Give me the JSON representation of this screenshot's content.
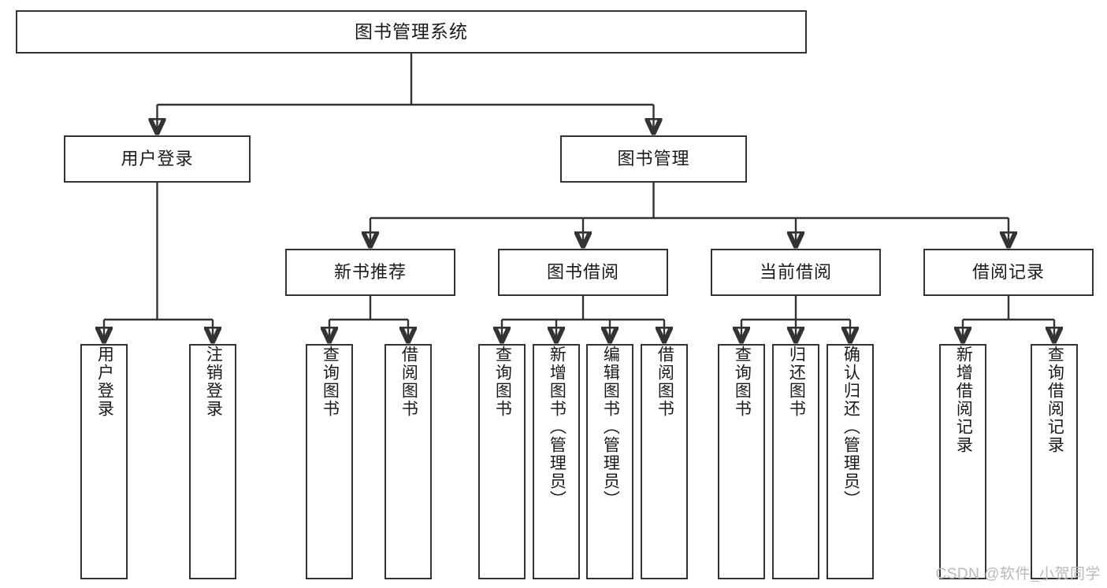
{
  "diagram": {
    "title": "图书管理系统",
    "type": "tree",
    "watermark": "CSDN @软件_小贺同学",
    "colors": {
      "box_border": "#333333",
      "box_fill": "#ffffff",
      "connector": "#333333",
      "text": "#1a1a1a",
      "watermark": "#b9b9b9",
      "background": "#ffffff"
    },
    "root": {
      "label": "图书管理系统"
    },
    "level1": [
      {
        "label": "用户登录"
      },
      {
        "label": "图书管理"
      }
    ],
    "level2": [
      {
        "label": "新书推荐"
      },
      {
        "label": "图书借阅"
      },
      {
        "label": "当前借阅"
      },
      {
        "label": "借阅记录"
      }
    ],
    "leaves": {
      "user_login": [
        {
          "label": "用户登录"
        },
        {
          "label": "注销登录"
        }
      ],
      "new_book": [
        {
          "label": "查询图书"
        },
        {
          "label": "借阅图书"
        }
      ],
      "borrow_book": [
        {
          "label": "查询图书"
        },
        {
          "label": "新增图书（管理员）"
        },
        {
          "label": "编辑图书（管理员）"
        },
        {
          "label": "借阅图书"
        }
      ],
      "current_borrow": [
        {
          "label": "查询图书"
        },
        {
          "label": "归还图书"
        },
        {
          "label": "确认归还（管理员）"
        }
      ],
      "borrow_record": [
        {
          "label": "新增借阅记录"
        },
        {
          "label": "查询借阅记录"
        }
      ]
    }
  }
}
